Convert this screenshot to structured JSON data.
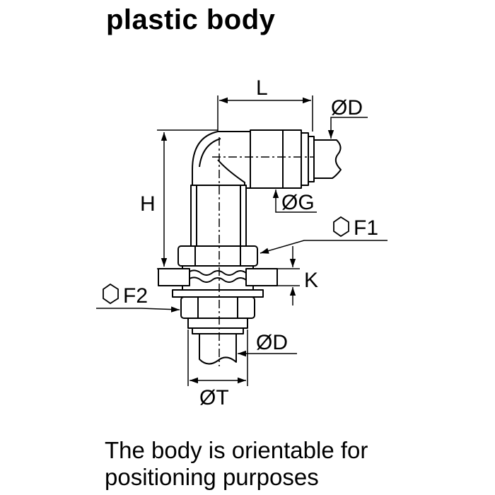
{
  "title": "plastic body",
  "caption_lines": [
    "The body is orientable for",
    "positioning purposes"
  ],
  "labels": {
    "L": "L",
    "D_top": "ØD",
    "H": "H",
    "G": "ØG",
    "F1": "F1",
    "K": "K",
    "F2": "F2",
    "D_bottom": "ØD",
    "T": "ØT"
  },
  "icons": {
    "hex_f1": "hexagon-icon",
    "hex_f2": "hexagon-icon"
  }
}
